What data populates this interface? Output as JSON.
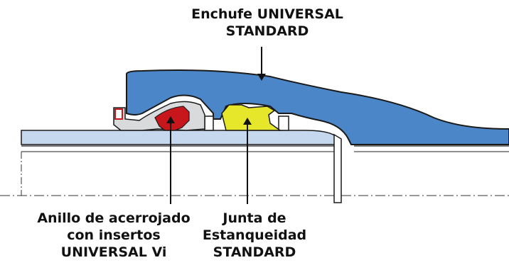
{
  "labels": {
    "socket": [
      "Enchufe UNIVERSAL",
      "STANDARD"
    ],
    "ring": [
      "Anillo de acerrojado",
      "con insertos",
      "UNIVERSAL Vi"
    ],
    "gasket": [
      "Junta de",
      "Estanqueidad",
      "STANDARD"
    ]
  },
  "colors": {
    "socket_fill": "#4a86c8",
    "pipe_fill": "#c5d8ee",
    "ring_fill": "#d9dadb",
    "insert_fill": "#c8161d",
    "gasket_fill": "#e6e62a",
    "outline": "#1a1a1a"
  }
}
